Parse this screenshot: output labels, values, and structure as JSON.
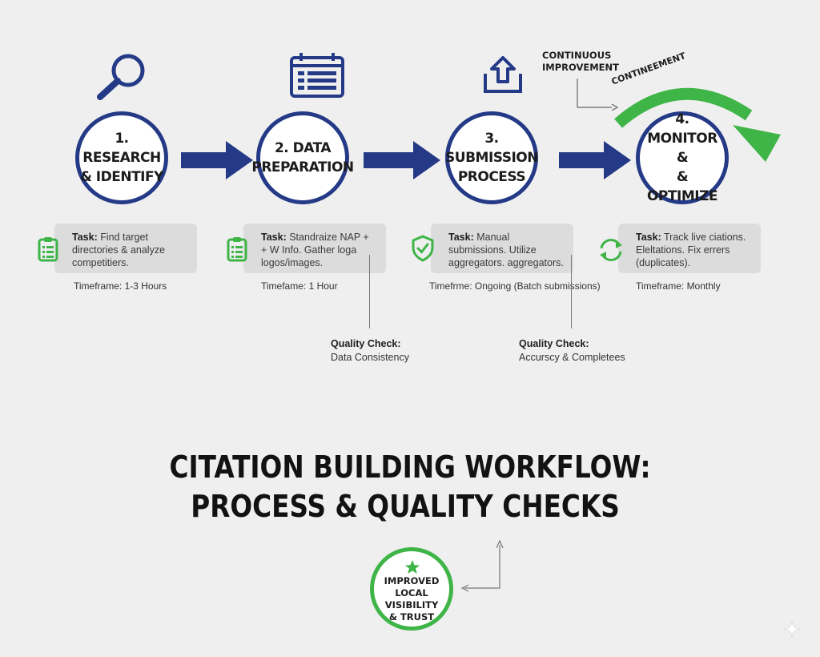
{
  "steps": [
    {
      "label": "1. RESEARCH\n& IDENTIFY",
      "icon": "magnifier-icon",
      "task_label": "Task:",
      "task_text": "Find target directories & analyze competitiers.",
      "timeframe": "Timeframe: 1-3 Hours"
    },
    {
      "label": "2. DATA\nPREPARATION",
      "icon": "calendar-form-icon",
      "task_label": "Task:",
      "task_text": "Standraize NAP + + W Info. Gather loga logos/images.",
      "timeframe": "Timefame: 1 Hour"
    },
    {
      "label": "3. SUBMISSION\nPROCESS",
      "icon": "upload-icon",
      "task_label": "Task:",
      "task_text": "Manual submissions. Utilize aggregators. aggregators.",
      "timeframe": "Timefrme: Ongoing (Batch submissions)"
    },
    {
      "label": "4. MONITOR &\n& OPTIMIZE",
      "icon": "monitor-icon",
      "task_label": "Task:",
      "task_text": "Track live ciations. Eleltations. Fix errers (duplicates).",
      "timeframe": "Timeframe: Monthly"
    }
  ],
  "quality_checks": [
    {
      "title": "Quality Check:",
      "value": "Data Consistency"
    },
    {
      "title": "Quality Check:",
      "value": "Accurscy & Completees"
    }
  ],
  "continuous": {
    "label": "CONTINUOUS\nIMPROVEMENT",
    "arc_label": "CONTINEEMENT"
  },
  "title": {
    "line1": "CITATION BUILDING WORKFLOW:",
    "line2": "PROCESS & QUALITY CHECKS"
  },
  "outcome": {
    "label": "IMPROVED\nLOCAL VISIBILITY\n& TRUST"
  },
  "colors": {
    "navy": "#243a86",
    "green": "#3fb548",
    "box": "#dcdcdc",
    "background": "#efefef"
  }
}
